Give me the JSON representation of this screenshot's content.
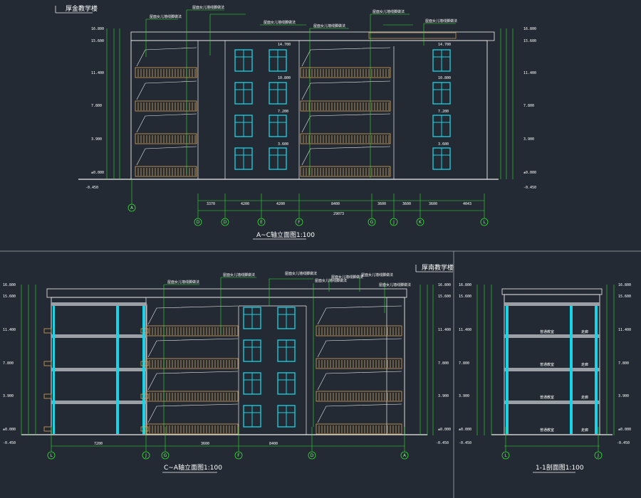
{
  "colors": {
    "background": "#232a33",
    "outline": "#f0f0f0",
    "dimension": "#31e331",
    "window": "#19d3e6",
    "balcony": "#d7a255",
    "text": "#ffffff"
  },
  "elevation_top": {
    "tag": "厚金教学楼",
    "title": "A~C轴立面图1:100",
    "notes": [
      "屋面女儿墙线脚做法",
      "屋面女儿墙线脚做法",
      "屋面女儿墙线脚做法",
      "屋面女儿墙线脚做法",
      "屋面女儿墙线脚做法",
      "屋面女儿墙线脚做法"
    ],
    "left_levels": [
      "16.800",
      "15.600",
      "11.400",
      "7.800",
      "3.900",
      "±0.000",
      "-0.450"
    ],
    "right_levels": [
      "16.800",
      "15.600",
      "11.400",
      "7.800",
      "3.900",
      "±0.000",
      "-0.450"
    ],
    "window_levels": [
      "14.700",
      "10.800",
      "7.200",
      "3.600"
    ],
    "axes": [
      "A",
      "D",
      "D",
      "E",
      "F",
      "G",
      "J",
      "K",
      "L"
    ],
    "dims": [
      "3370",
      "4200",
      "4200",
      "8400",
      "3600",
      "3600",
      "3600",
      "4043"
    ],
    "total_dim": "29073"
  },
  "elevation_bottom": {
    "tag": "厚南教学楼",
    "title": "C~A轴立面图1:100",
    "notes": [
      "屋面女儿墙线脚做法",
      "屋面女儿墙线脚做法",
      "屋面女儿墙线脚做法",
      "屋面女儿墙线脚做法",
      "屋面女儿墙线脚做法",
      "屋面女儿墙线脚做法",
      "屋面女儿墙线脚做法"
    ],
    "left_levels": [
      "16.800",
      "15.600",
      "11.400",
      "7.800",
      "3.900",
      "±0.000",
      "-0.450"
    ],
    "right_levels": [
      "16.800",
      "15.600",
      "11.400",
      "7.800",
      "3.900",
      "±0.000",
      "-0.450"
    ],
    "axes": [
      "L",
      "J",
      "G",
      "F",
      "D",
      "A"
    ],
    "dims": [
      "7200",
      "3600",
      "8400"
    ]
  },
  "section": {
    "title": "1-1剖面图1:100",
    "left_levels": [
      "16.800",
      "15.600",
      "11.400",
      "7.800",
      "3.900",
      "±0.000",
      "-0.450"
    ],
    "right_levels": [
      "16.800",
      "15.600",
      "11.400",
      "7.800",
      "3.900",
      "±0.000",
      "-0.450"
    ],
    "rooms": [
      "普通教室",
      "走廊",
      "普通教室",
      "走廊",
      "普通教室",
      "走廊",
      "普通教室",
      "走廊"
    ],
    "axes": [
      "L",
      "J"
    ]
  }
}
